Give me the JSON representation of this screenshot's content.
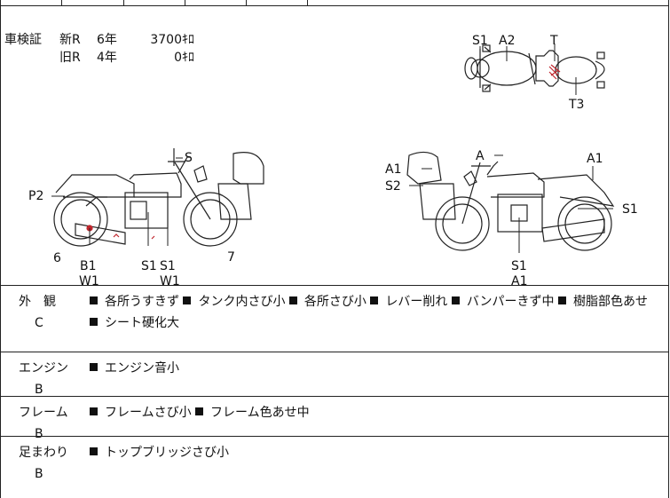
{
  "inspection": {
    "title": "車検証",
    "new_type": "新R",
    "new_years": "6年",
    "new_cc": "3700ｷﾛ",
    "old_type": "旧R",
    "old_years": "4年",
    "old_cc": "0ｷﾛ"
  },
  "diagram_labels": {
    "top_s1": "S1",
    "top_a2": "A2",
    "top_t": "T",
    "top_t3": "T3",
    "left_s": "S",
    "left_p2": "P2",
    "left_6": "6",
    "left_b1": "B1",
    "left_w1a": "W1",
    "left_s1a": "S1",
    "left_s1b": "S1",
    "left_w1b": "W1",
    "left_7": "7",
    "right_a": "A",
    "right_a1_top": "A1",
    "right_a1_tank": "A1",
    "right_s2": "S2",
    "right_s1_side": "S1",
    "right_s1_bottom": "S1",
    "right_a1_bottom": "A1"
  },
  "condition": [
    {
      "category": "外　観",
      "grade": "C",
      "lines": [
        [
          "各所うすきず",
          "タンク内さび小",
          "各所さび小",
          "レバー削れ",
          "バンパーきず中",
          "樹脂部色あせ"
        ],
        [
          "シート硬化大"
        ]
      ]
    },
    {
      "category": "エンジン",
      "grade": "B",
      "lines": [
        [
          "エンジン音小"
        ]
      ]
    },
    {
      "category": "フレーム",
      "grade": "B",
      "lines": [
        [
          "フレームさび小",
          "フレーム色あせ中"
        ]
      ]
    },
    {
      "category": "足まわり",
      "grade": "B",
      "lines": [
        [
          "トップブリッジさび小"
        ]
      ]
    }
  ]
}
